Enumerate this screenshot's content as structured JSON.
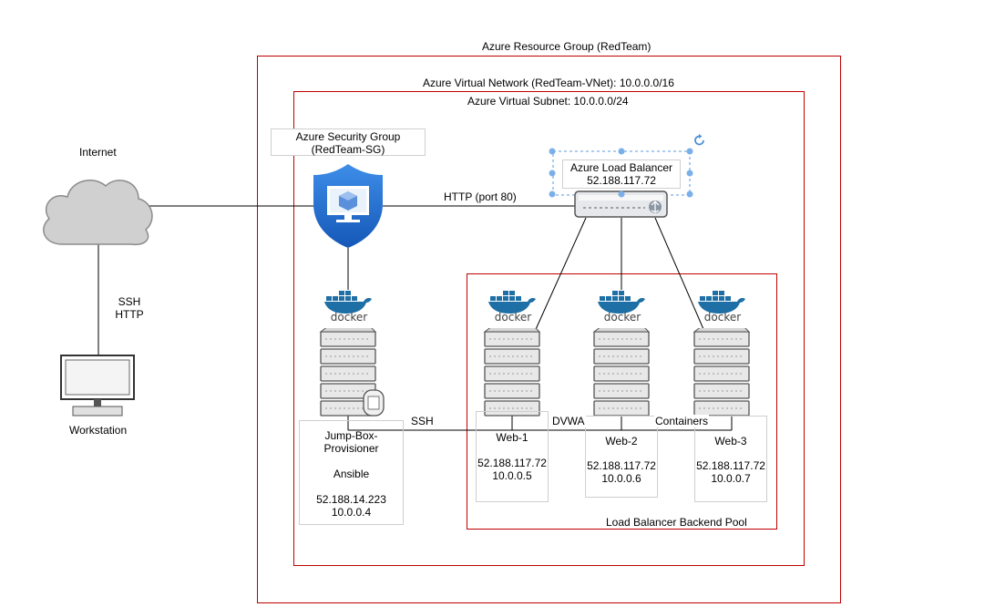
{
  "resource_group": {
    "label": "Azure Resource Group (RedTeam)"
  },
  "vnet": {
    "label": "Azure Virtual Network (RedTeam-VNet): 10.0.0.0/16"
  },
  "subnet": {
    "label": "Azure Virtual Subnet: 10.0.0.0/24"
  },
  "internet": {
    "label": "Internet"
  },
  "workstation": {
    "label": "Workstation"
  },
  "ssh_http": {
    "line1": "SSH",
    "line2": "HTTP"
  },
  "nsg": {
    "line1": "Azure Security Group",
    "line2": "(RedTeam-SG)"
  },
  "http_port": {
    "label": "HTTP (port 80)"
  },
  "load_balancer": {
    "name": "Azure Load Balancer",
    "ip": "52.188.117.72"
  },
  "jumpbox": {
    "line1": "Jump-Box-",
    "line2": "Provisioner",
    "tool": "Ansible",
    "public_ip": "52.188.14.223",
    "private_ip": "10.0.0.4"
  },
  "ssh_label": "SSH",
  "dvwa_label": "DVWA",
  "containers_label": "Containers",
  "docker_text": "docker",
  "webs": [
    {
      "name": "Web-1",
      "public_ip": "52.188.117.72",
      "private_ip": "10.0.0.5"
    },
    {
      "name": "Web-2",
      "public_ip": "52.188.117.72",
      "private_ip": "10.0.0.6"
    },
    {
      "name": "Web-3",
      "public_ip": "52.188.117.72",
      "private_ip": "10.0.0.7"
    }
  ],
  "backend_pool": {
    "label": "Load Balancer Backend Pool"
  },
  "colors": {
    "container_border": "#c00000",
    "shield": "#1f6fd6",
    "docker": "#1d6fa5",
    "server": "#e8e8e8"
  }
}
